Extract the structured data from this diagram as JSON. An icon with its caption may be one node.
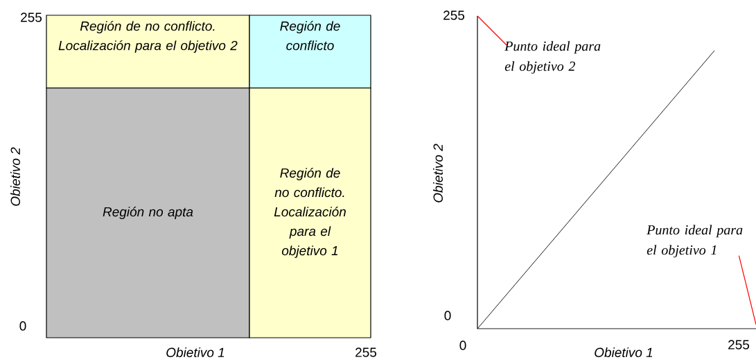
{
  "diagram": {
    "nodes": [
      {
        "text": [
          "Región de no conflicto. Localización para el objetivo 2"
        ]
      },
      {
        "text": [
          "Región de conflicto"
        ]
      },
      {
        "text": [
          "Región no apta"
        ]
      },
      {
        "text": [
          "Región de no conflicto. Localización para el objetivo 1"
        ]
      },
      {
        "text": [
          "Punto ideal para el objetivo 2"
        ]
      },
      {
        "text": [
          "Punto ideal para el objetivo 1"
        ]
      }
    ],
    "edges": [
      {
        "from": 4,
        "to": null,
        "arrow": "none",
        "color": "#ff0000"
      },
      {
        "from": 5,
        "to": null,
        "arrow": "none",
        "color": "#ff0000"
      }
    ],
    "labels": [
      "255",
      "Obietivo 2",
      "0",
      "Obietivo 1",
      "255",
      "255",
      "Obietivo 2",
      "0",
      "0",
      "255",
      "Obietivo 1"
    ]
  }
}
